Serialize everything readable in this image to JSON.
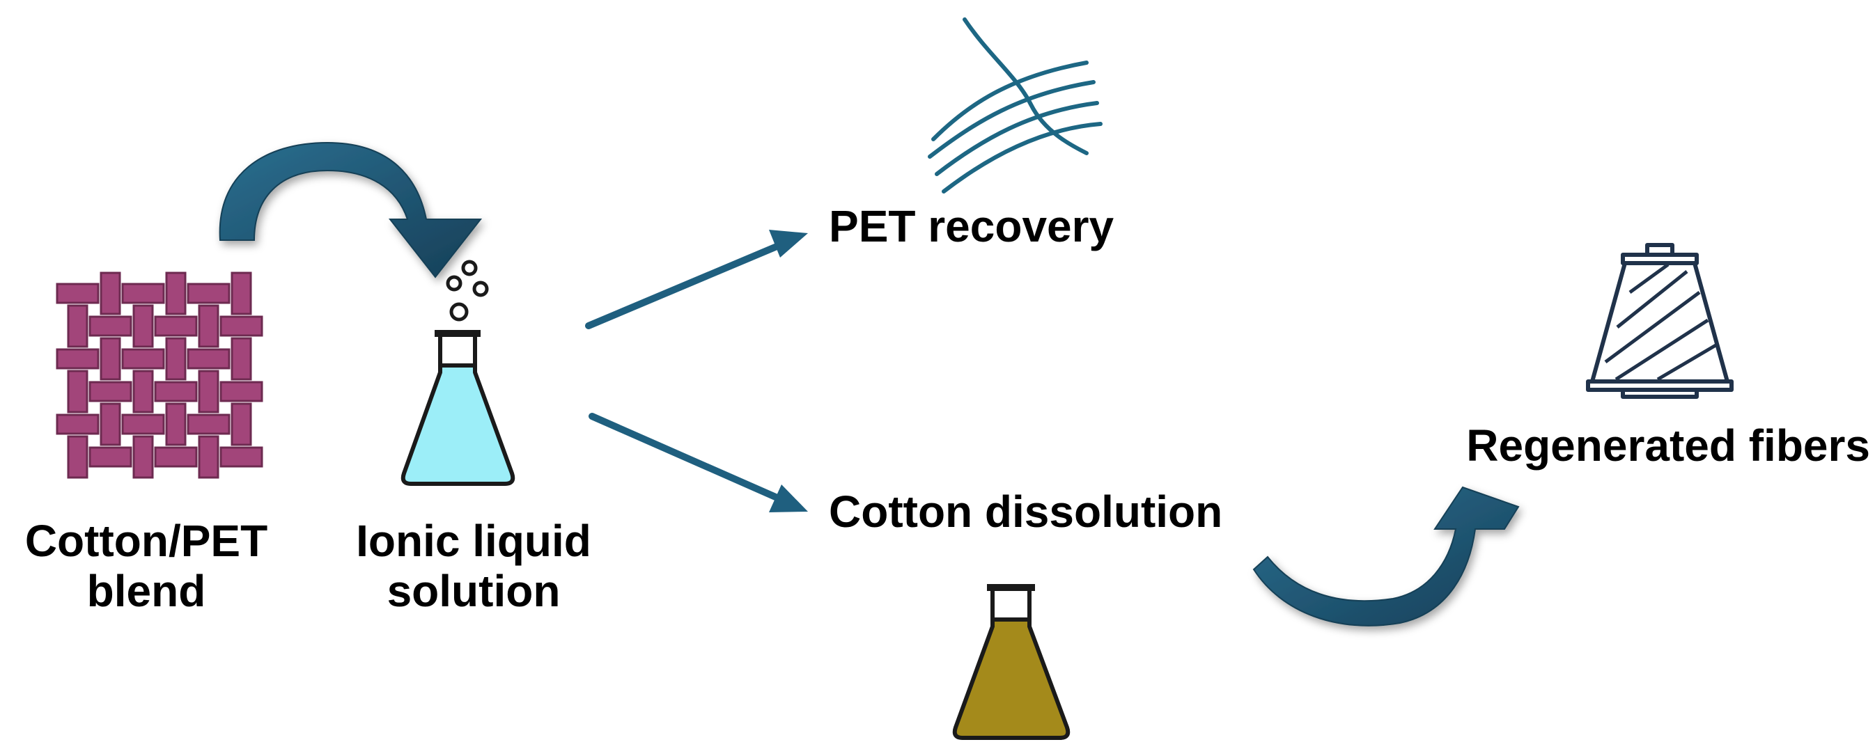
{
  "colors": {
    "arrow_blue": "#1f5f7f",
    "arrow_dark": "#123f57",
    "fabric_fill": "#a2457a",
    "fabric_edge": "#6d2a50",
    "flask_liquid_blue": "#9ceef8",
    "flask_liquid_olive": "#a48a1b",
    "outline": "#1a1a1a",
    "fiber_teal": "#1d6784",
    "spool_navy": "#20324a"
  },
  "icons": {
    "fabric": "woven-fabric-icon",
    "flask_blue": "conical-flask-icon",
    "flask_olive": "conical-flask-icon",
    "fibers": "fibers-icon",
    "spool": "yarn-spool-icon",
    "bubbles": "bubbles-icon"
  },
  "labels": {
    "blend": [
      "Cotton/PET",
      "blend"
    ],
    "ionic": [
      "Ionic liquid",
      "solution"
    ],
    "pet": "PET recovery",
    "cotton": "Cotton dissolution",
    "regen": "Regenerated fibers"
  }
}
